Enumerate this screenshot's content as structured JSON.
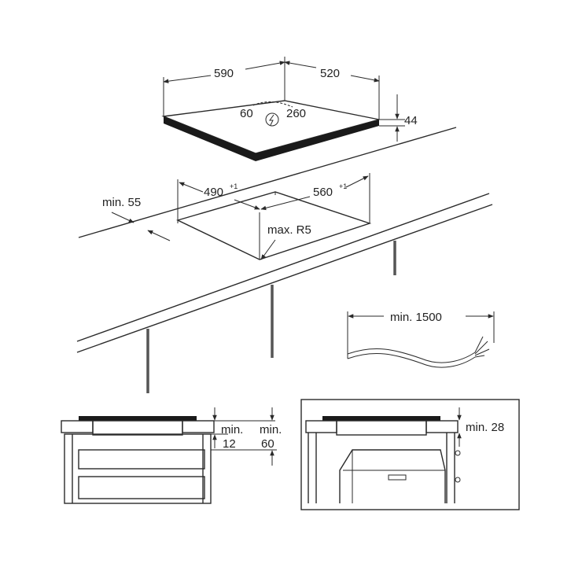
{
  "dimensions": {
    "hob_width": "590",
    "hob_depth": "520",
    "hob_height": "44",
    "connection_left": "60",
    "connection_right": "260",
    "cutout_width": "490",
    "cutout_width_tol": "+1",
    "cutout_depth": "560",
    "cutout_depth_tol": "+1",
    "min_front_distance": "min. 55",
    "corner_radius": "max. R5",
    "cable_length": "min. 1500",
    "clearance_drawer_a_line1": "min.",
    "clearance_drawer_a_line2": "12",
    "clearance_drawer_b_line1": "min.",
    "clearance_drawer_b_line2": "60",
    "clearance_oven": "min. 28"
  },
  "icons": {
    "power_symbol": "electrical-connection-icon"
  },
  "colors": {
    "line": "#2a2a2a",
    "background": "#ffffff"
  }
}
